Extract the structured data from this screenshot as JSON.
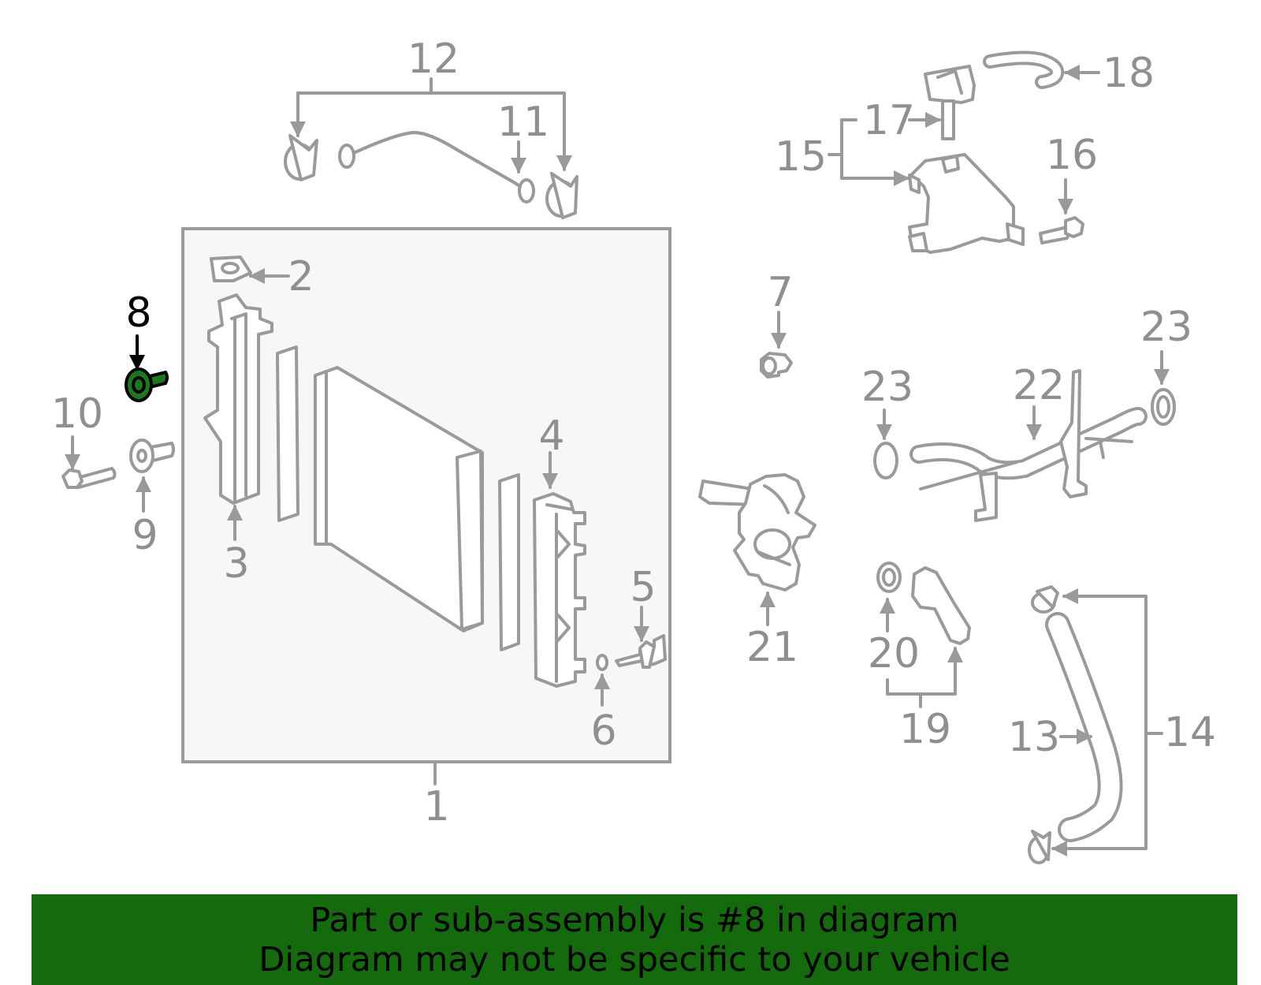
{
  "colors": {
    "outline": "#9a9a9a",
    "label": "#8f8f8f",
    "box_fill": "#f7f7f7",
    "highlight_fill": "#1a7a1a",
    "highlight_outline": "#000000",
    "banner_bg": "#136b0c",
    "banner_text": "#000000"
  },
  "diagram": {
    "highlighted_part": "8",
    "labels": {
      "p1": "1",
      "p2": "2",
      "p3": "3",
      "p4": "4",
      "p5": "5",
      "p6": "6",
      "p7": "7",
      "p8": "8",
      "p9": "9",
      "p10": "10",
      "p11": "11",
      "p12": "12",
      "p13": "13",
      "p14": "14",
      "p15": "15",
      "p16": "16",
      "p17": "17",
      "p18": "18",
      "p19": "19",
      "p20": "20",
      "p21": "21",
      "p22": "22",
      "p23a": "23",
      "p23b": "23"
    }
  },
  "banner": {
    "line1": "Part or sub-assembly is #8 in diagram",
    "line2": "Diagram may not be specific to your vehicle"
  }
}
